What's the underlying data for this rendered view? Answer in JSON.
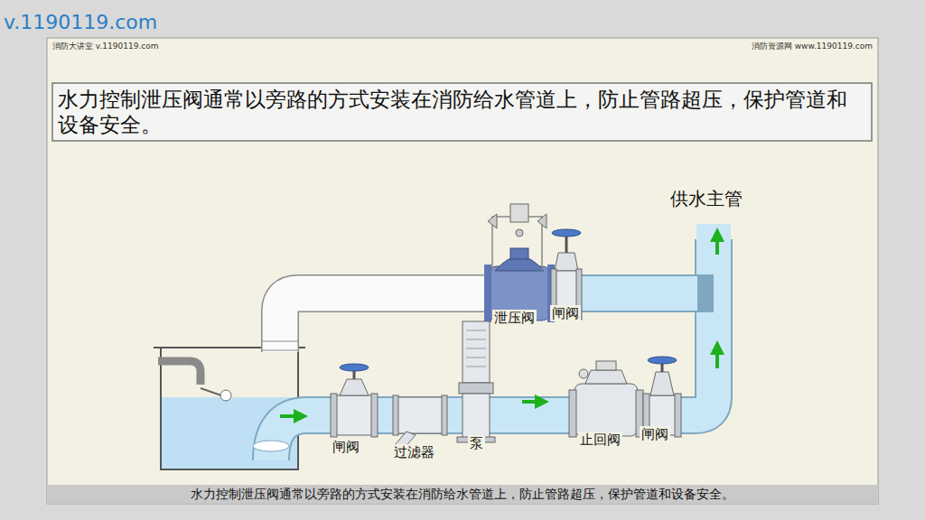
{
  "diagram": {
    "title": "水力控制泄压阀通常以旁路的方式安装在消防给水管道上，防止管路超压，保护管道和设备安全。",
    "caption": "水力控制泄压阀通常以旁路的方式安装在消防给水管道上，防止管路超压，保护管道和设备安全。",
    "labels": [
      "v.1190119.com",
      "消防大讲堂 v.1190119.com",
      "消防资源网 www.1190119.com",
      "供水主管",
      "泄压阀",
      "闸阀",
      "闸阀",
      "过滤器",
      "泵",
      "止回阀",
      "闸阀"
    ]
  }
}
